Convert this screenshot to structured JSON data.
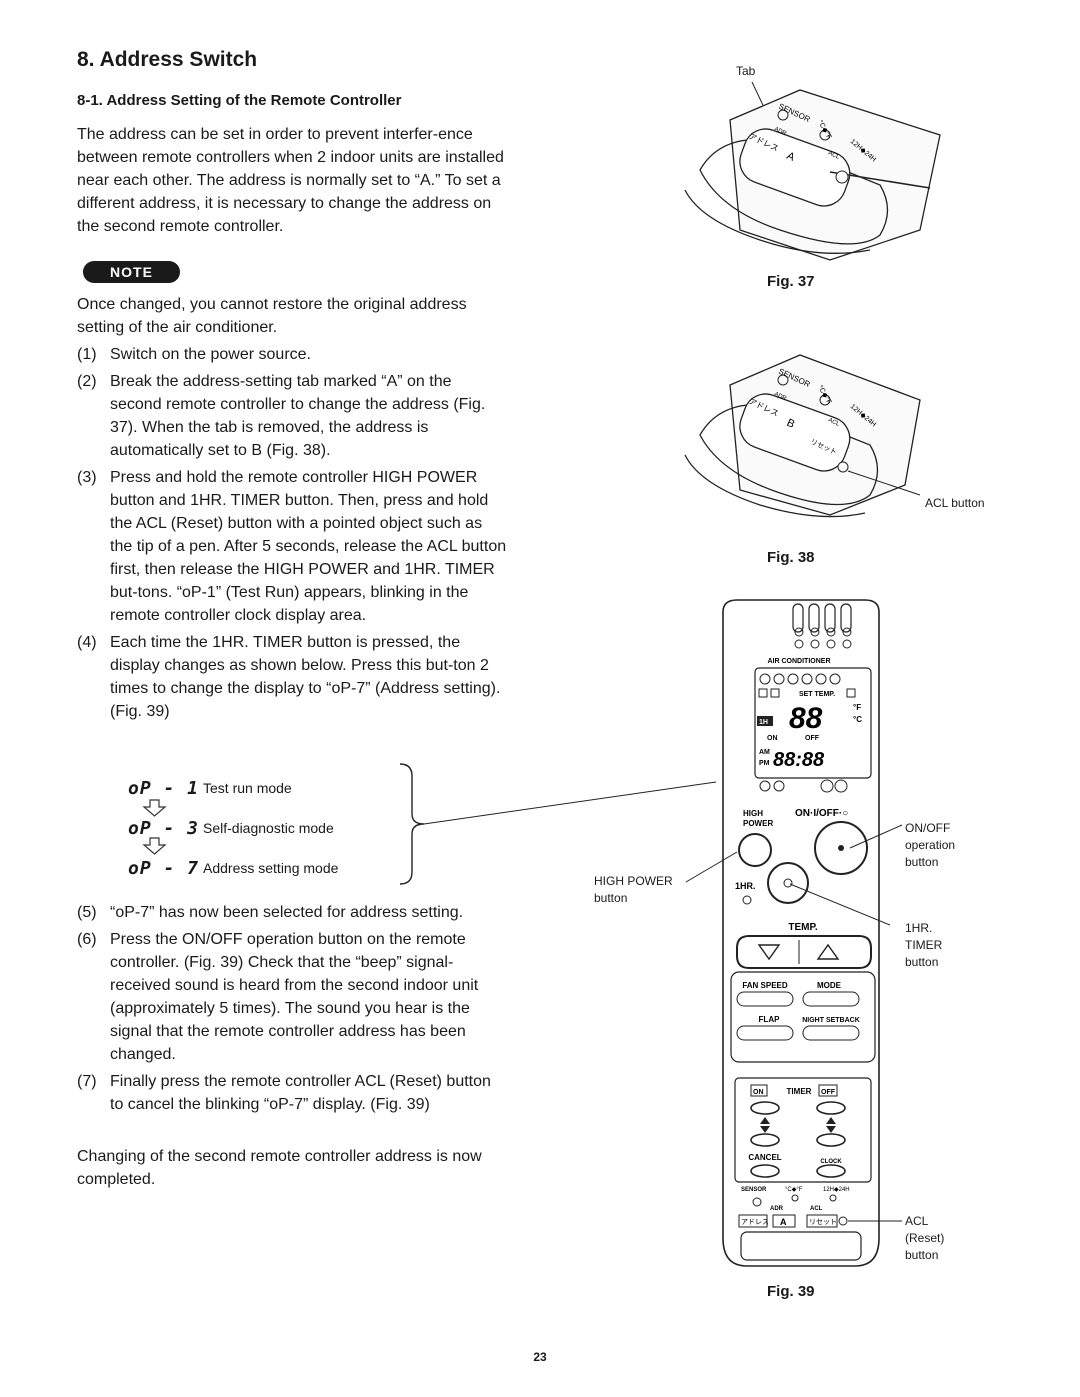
{
  "section": {
    "title": "8. Address Switch",
    "subtitle": "8-1. Address Setting of the Remote Controller",
    "intro": "The address can be set in order to prevent interfer-ence between remote controllers when 2 indoor units are installed near each other. The address is normally set to “A.” To set a different address, it is necessary to change the address on the second remote controller.",
    "note_label": "NOTE",
    "note_text": "Once changed, you cannot restore the original address setting of the air conditioner."
  },
  "steps": [
    {
      "num": "(1)",
      "text": "Switch on the power source."
    },
    {
      "num": "(2)",
      "text": "Break the address-setting tab marked “A” on the second remote controller to change the address (Fig. 37). When the tab is removed, the address is automatically set to B (Fig. 38)."
    },
    {
      "num": "(3)",
      "text": "Press and hold the remote controller HIGH POWER button and 1HR. TIMER button. Then, press and hold the ACL (Reset) button with a pointed object such as the tip of a pen. After 5 seconds, release the ACL button first, then release the HIGH POWER and 1HR. TIMER but-tons. “oP-1” (Test Run) appears, blinking in the remote controller clock display area."
    },
    {
      "num": "(4)",
      "text": "Each time the 1HR. TIMER button is pressed, the display changes as shown below. Press this but-ton 2 times to change the display to “oP-7” (Address setting). (Fig. 39)"
    },
    {
      "num": "(5)",
      "text": "“oP-7” has now been selected for address setting."
    },
    {
      "num": "(6)",
      "text": "Press the ON/OFF operation button on the remote controller. (Fig. 39) Check that the “beep” signal-received sound is heard from the second indoor unit (approximately 5 times). The sound you hear is the signal that the remote controller address has been changed."
    },
    {
      "num": "(7)",
      "text": "Finally press the remote controller ACL (Reset) button to cancel the blinking “oP-7” display. (Fig. 39)"
    }
  ],
  "modes": [
    {
      "code": "oP - 1",
      "label": "Test run mode"
    },
    {
      "code": "oP - 3",
      "label": "Self-diagnostic mode"
    },
    {
      "code": "oP - 7",
      "label": "Address setting mode"
    }
  ],
  "closing": "Changing of the second remote controller address is now completed.",
  "figures": {
    "fig37": {
      "caption": "Fig. 37",
      "tab_label": "Tab",
      "sensor": "SENSOR",
      "adr": "ADR",
      "acl": "ACL",
      "cf": "°C◆°F",
      "hours": "12H◆24H",
      "address_jp": "アドレス",
      "address_letter": "A"
    },
    "fig38": {
      "caption": "Fig. 38",
      "acl_button": "ACL button",
      "sensor": "SENSOR",
      "adr": "ADR",
      "acl": "ACL",
      "cf": "°C◆°F",
      "hours": "12H◆24H",
      "address_jp": "アドレス",
      "address_letter": "B",
      "reset_jp": "リセット"
    },
    "fig39": {
      "caption": "Fig. 39",
      "air_conditioner": "AIR CONDITIONER",
      "set_temp": "SET TEMP.",
      "display_digits": "88",
      "unit_f": "°F",
      "unit_c": "°C",
      "one_h": "1H",
      "on": "ON",
      "off": "OFF",
      "am": "AM",
      "pm": "PM",
      "clock_digits": "88:88",
      "high": "HIGH",
      "power": "POWER",
      "onoff": "ON·I/OFF·○",
      "one_hr": "1HR.",
      "temp": "TEMP.",
      "fan_speed": "FAN SPEED",
      "mode": "MODE",
      "flap": "FLAP",
      "night_setback": "NIGHT SETBACK",
      "timer": "TIMER",
      "cancel": "CANCEL",
      "clock": "CLOCK",
      "sensor": "SENSOR",
      "cf": "°C◆°F",
      "hours": "12H◆24H",
      "adr": "ADR",
      "acl": "ACL",
      "address_jp": "アドレス",
      "address_letter": "A",
      "reset_jp": "リセット",
      "callout_high_power_1": "HIGH POWER",
      "callout_high_power_2": "button",
      "callout_onoff_1": "ON/OFF",
      "callout_onoff_2": "operation",
      "callout_onoff_3": "button",
      "callout_timer_1": "1HR.",
      "callout_timer_2": "TIMER",
      "callout_timer_3": "button",
      "callout_acl_1": "ACL",
      "callout_acl_2": "(Reset)",
      "callout_acl_3": "button"
    }
  },
  "page_number": "23"
}
